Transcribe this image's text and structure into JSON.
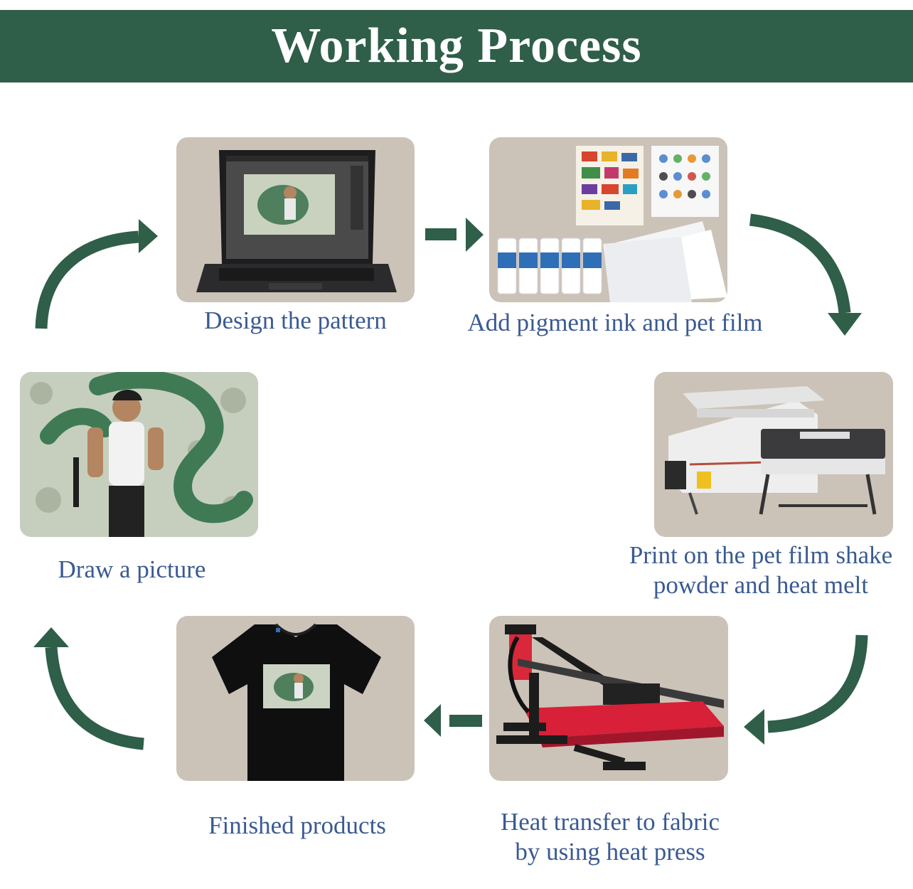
{
  "header": {
    "title": "Working Process"
  },
  "steps": [
    {
      "label": "Design the pattern"
    },
    {
      "label": "Add pigment ink and pet film"
    },
    {
      "line1": "Print on the pet film shake",
      "line2": "powder and heat melt"
    },
    {
      "line1": "Heat transfer to fabric",
      "line2": "by using heat press"
    },
    {
      "label": "Finished products"
    },
    {
      "label": "Draw a picture"
    }
  ],
  "colors": {
    "banner": "#2f5e49",
    "arrow": "#2f5e49",
    "label": "#3a5a92",
    "card": "#cbc2b8"
  },
  "icons": [
    "laptop-icon",
    "ink-and-film-icon",
    "dtf-printer-icon",
    "heat-press-icon",
    "tshirt-icon",
    "dragon-artwork-icon"
  ]
}
